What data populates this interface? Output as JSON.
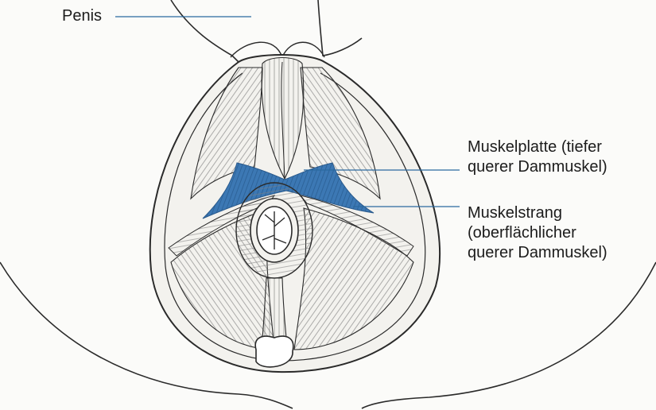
{
  "labels": {
    "penis": "Penis",
    "muskelplatte": [
      "Muskelplatte (tiefer",
      "querer Dammuskel)"
    ],
    "muskelstrang": [
      "Muskelstrang",
      "(oberflächlicher",
      "querer Dammuskel)"
    ]
  },
  "colors": {
    "line": "#2a2a2a",
    "leader": "#2b6aa0",
    "highlight": "#3c78b4",
    "highlight_dark": "#2a5a8c",
    "background": "#fbfbf9",
    "tissue": "#f3f2ee"
  }
}
